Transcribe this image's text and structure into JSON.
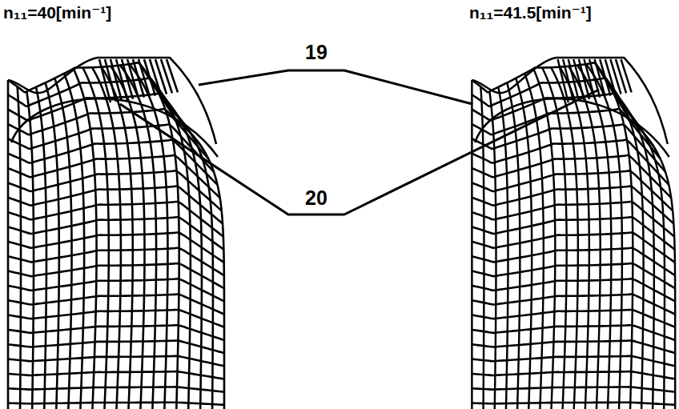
{
  "diagram": {
    "labels": [
      "n₁₁=40[min⁻¹]",
      "19",
      "20",
      "n₁₁=41.5[min⁻¹]"
    ]
  }
}
